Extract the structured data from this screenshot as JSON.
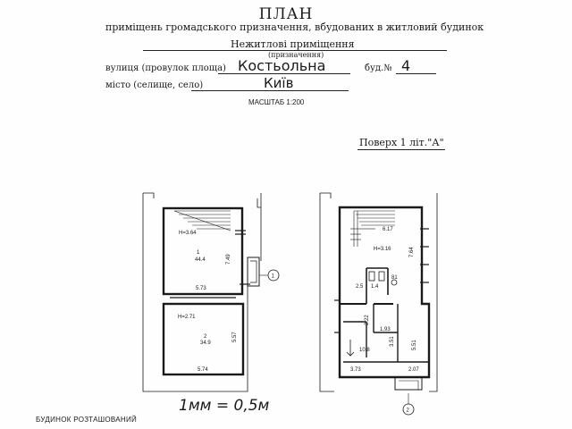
{
  "header": {
    "title": "ПЛАН",
    "subtitle": "приміщень громадського призначення, вбудованих в житловий будинок",
    "nonresidential": "Нежитлові приміщення",
    "purpose_caption": "(призначення)"
  },
  "address": {
    "street_label": "вулиця (провулок площа)",
    "street_value": "Костьольна",
    "building_label": "буд.№",
    "building_value": "4",
    "city_label": "місто (селище, село)",
    "city_value": "Київ"
  },
  "scale_text": "МАСШТАБ 1:200",
  "floor_text": "Поверх 1 літ.\"А\"",
  "handwritten_scale": "1мм = 0,5м",
  "location_text": "БУДИНОК РОЗТАШОВАНИЙ",
  "plan_left": {
    "room_upper": {
      "height": "Н=3.64",
      "number": "1",
      "area": "44.4",
      "dim_bottom": "5.73",
      "dim_right": "7.49"
    },
    "room_lower": {
      "height": "Н=2.71",
      "number": "2",
      "area": "34.9",
      "dim_bottom": "5.74",
      "dim_right": "5.57"
    },
    "entrance_marker": "1"
  },
  "plan_right": {
    "room_main": {
      "height": "Н=3.16",
      "dim_top": "6.17",
      "dim_right": "7.64",
      "area": "81"
    },
    "wc": {
      "left_number": "2.5",
      "right_number": "1.4"
    },
    "dims": [
      "2.22",
      "1.93",
      "3.51",
      "5.51",
      "3.73",
      "2.07"
    ],
    "room_lower": {
      "area": "10.8"
    },
    "entrance_marker": "2"
  }
}
